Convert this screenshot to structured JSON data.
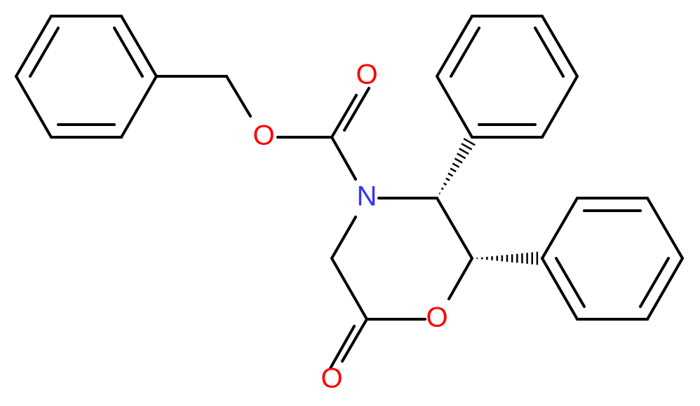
{
  "molecule": {
    "atoms": {
      "carbonyl_oxygen_top": "O",
      "ester_oxygen": "O",
      "nitrogen": "N",
      "ring_oxygen": "O",
      "lactone_oxygen": "O"
    },
    "colors": {
      "oxygen": "#ff0000",
      "nitrogen": "#3333ff",
      "bond": "#000000",
      "background": "#ffffff"
    }
  }
}
